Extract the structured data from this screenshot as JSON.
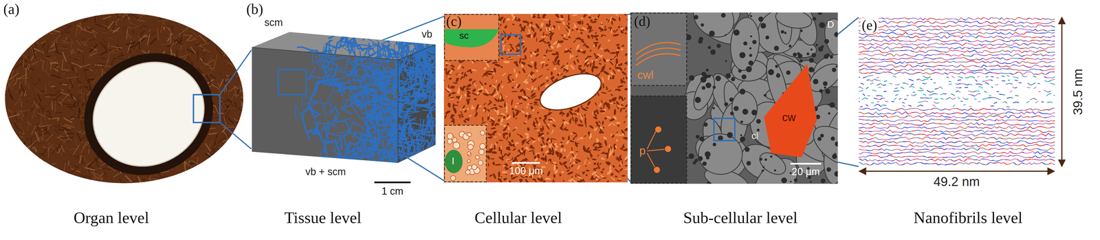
{
  "diagram": {
    "labels": [
      "(a)",
      "(b)",
      "scm",
      "vb",
      "vb + scm",
      "1 cm",
      "(c)",
      "sc",
      "l",
      "100 μm",
      "(d)",
      "D",
      "cwl",
      "p",
      "cw",
      "cl",
      "20 μm",
      "(e)",
      "39.5 nm",
      "49.2 nm",
      "Organ level",
      "Tissue level",
      "Cellular level",
      "Sub-cellular level",
      "Nanofibrils level"
    ]
  }
}
